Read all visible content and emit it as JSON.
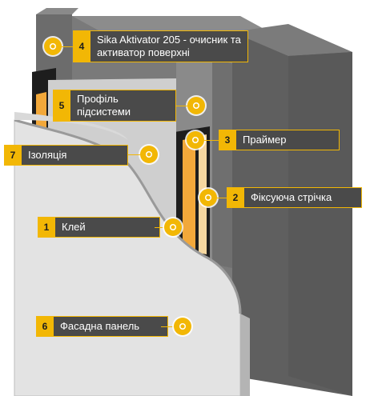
{
  "colors": {
    "accent": "#f2b705",
    "label_bg": "#4a4a4a",
    "wall": "#6e6e6e",
    "panel": "#e6e6e6",
    "insulation": "#f2a83a"
  },
  "callouts": [
    {
      "number": "1",
      "label": "Клей"
    },
    {
      "number": "2",
      "label": "Фіксуюча стрічка"
    },
    {
      "number": "3",
      "label": "Праймер"
    },
    {
      "number": "4",
      "label": "Sika Aktivator 205 - очисник та\nактиватор поверхні"
    },
    {
      "number": "5",
      "label": "Профіль\nпідсистеми"
    },
    {
      "number": "6",
      "label": "Фасадна панель"
    },
    {
      "number": "7",
      "label": "Ізоляція"
    }
  ]
}
